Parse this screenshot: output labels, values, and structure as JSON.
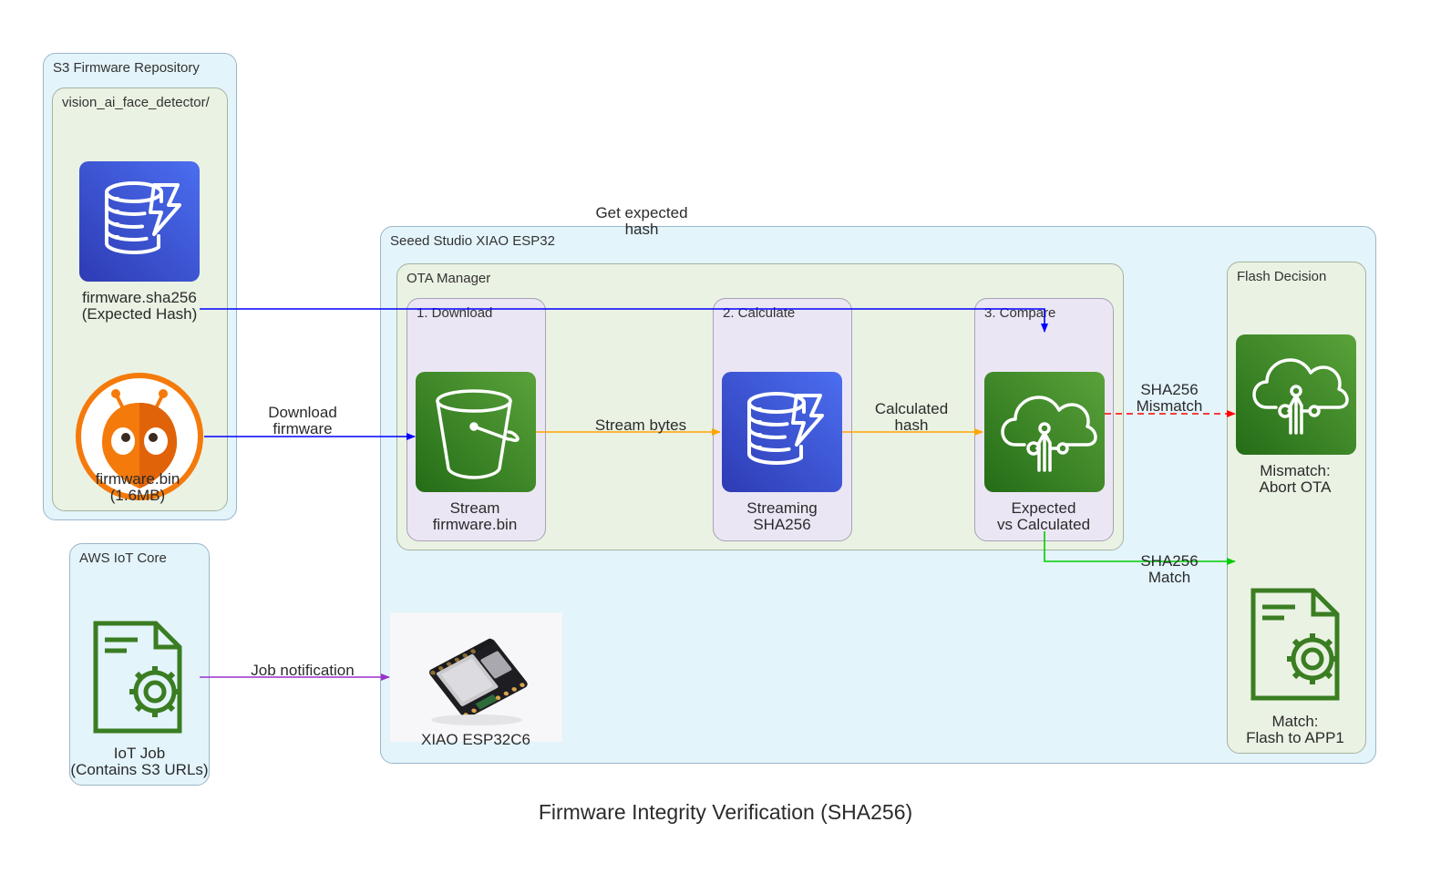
{
  "title": "Firmware Integrity Verification (SHA256)",
  "clusters": {
    "s3": "S3 Firmware Repository",
    "vision": "vision_ai_face_detector/",
    "iot": "AWS IoT Core",
    "seeed": "Seeed Studio XIAO ESP32",
    "ota": "OTA Manager",
    "download": "1. Download",
    "calculate": "2. Calculate",
    "compare": "3. Compare",
    "flash": "Flash Decision"
  },
  "nodes": {
    "sha_file": [
      "firmware.sha256",
      "(Expected Hash)"
    ],
    "bin_file": [
      "firmware.bin",
      "(1.6MB)"
    ],
    "iot_job": [
      "IoT Job",
      "(Contains S3 URLs)"
    ],
    "stream": [
      "Stream",
      "firmware.bin"
    ],
    "streaming_sha": [
      "Streaming",
      "SHA256"
    ],
    "compare": [
      "Expected",
      "vs Calculated"
    ],
    "mismatch": [
      "Mismatch:",
      "Abort OTA"
    ],
    "match": [
      "Match:",
      "Flash to APP1"
    ],
    "xiao": [
      "XIAO ESP32C6"
    ]
  },
  "edges": {
    "get_hash": [
      "Get expected",
      "hash"
    ],
    "download": [
      "Download",
      "firmware"
    ],
    "stream_bytes": [
      "Stream bytes"
    ],
    "calc_hash": [
      "Calculated",
      "hash"
    ],
    "mismatch": [
      "SHA256",
      "Mismatch"
    ],
    "match": [
      "SHA256",
      "Match"
    ],
    "job": [
      "Job notification"
    ]
  },
  "colors": {
    "get_hash": "#0000ff",
    "download": "#0000ff",
    "stream_bytes": "#ffa500",
    "calc_hash": "#ffa500",
    "mismatch": "#ff0000",
    "match": "#00cc00",
    "job": "#9932cc"
  }
}
